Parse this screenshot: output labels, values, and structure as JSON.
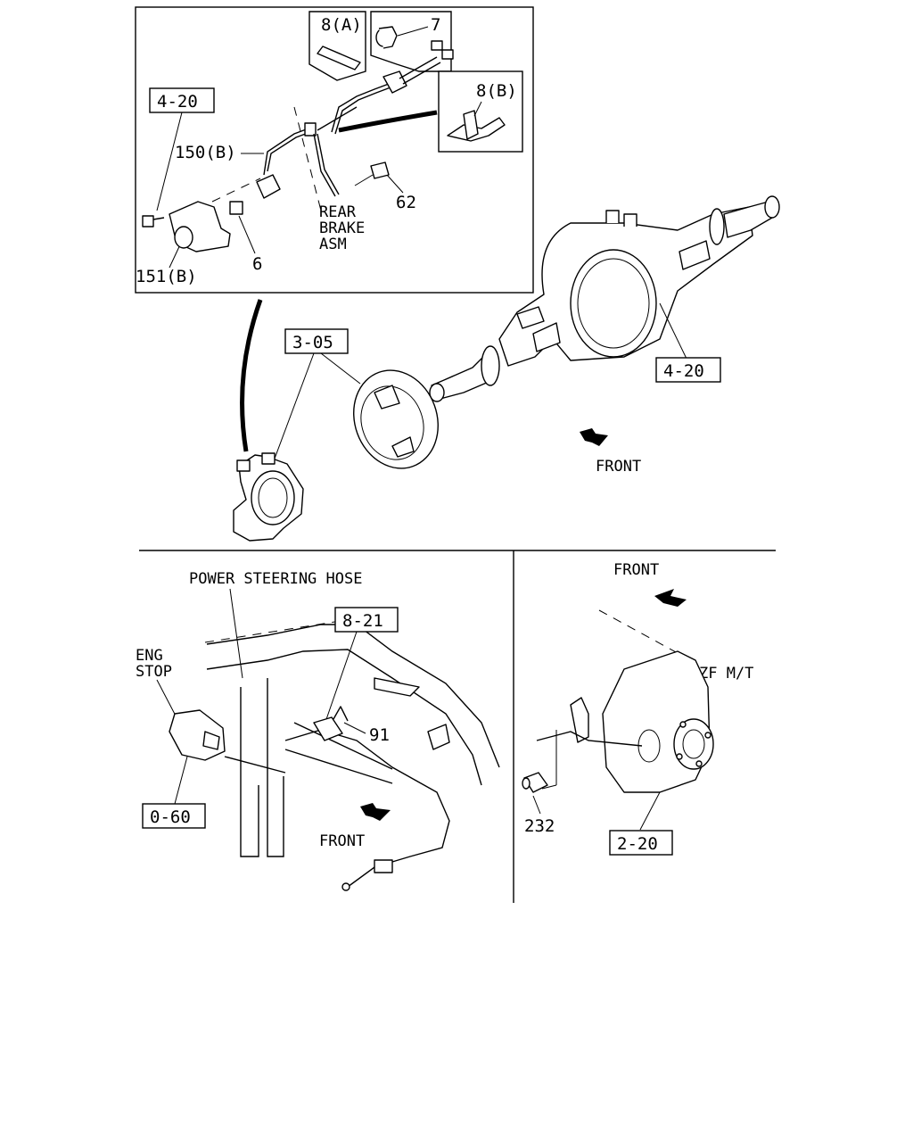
{
  "top_panel": {
    "callouts": {
      "ref_4_20_a": "4-20",
      "part_150b": "150(B)",
      "part_151b": "151(B)",
      "part_6": "6",
      "part_8a": "8(A)",
      "part_7": "7",
      "part_8b": "8(B)",
      "part_62": "62"
    },
    "rear_brake_label": [
      "REAR",
      "BRAKE",
      "ASM"
    ]
  },
  "axle_view": {
    "ref_3_05": "3-05",
    "ref_4_20_b": "4-20",
    "front_label": "FRONT"
  },
  "bottom_left": {
    "power_steering_hose": "POWER STEERING HOSE",
    "eng_stop_label": [
      "ENG",
      "STOP"
    ],
    "ref_8_21": "8-21",
    "part_91": "91",
    "ref_0_60": "0-60",
    "front_label": "FRONT"
  },
  "bottom_right": {
    "front_label": "FRONT",
    "transmission_label": "ZF M/T",
    "part_232": "232",
    "ref_2_20": "2-20"
  }
}
